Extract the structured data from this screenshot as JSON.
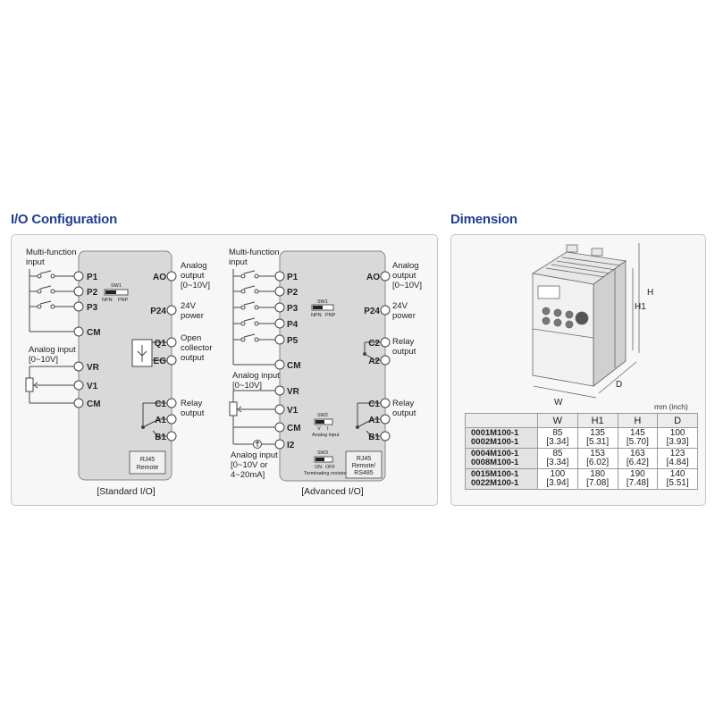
{
  "io_section": {
    "title": "I/O Configuration",
    "multi_function_input": [
      "Multi-function",
      "input"
    ],
    "standard": {
      "caption": "[Standard I/O]",
      "left_terminals": [
        "P1",
        "P2",
        "P3",
        "CM",
        "VR",
        "V1",
        "CM"
      ],
      "right_terminals": [
        "AO",
        "P24",
        "Q1",
        "EG",
        "C1",
        "A1",
        "B1"
      ],
      "analog_input_label": [
        "Analog input",
        "[0~10V]"
      ],
      "analog_output_label": [
        "Analog",
        "output",
        "[0~10V]"
      ],
      "power_label": [
        "24V",
        "power"
      ],
      "collector_label": [
        "Open",
        "collector",
        "output"
      ],
      "relay_label": [
        "Relay",
        "output"
      ],
      "sw1": {
        "name": "SW1",
        "left": "NPN",
        "right": "PNP"
      },
      "rj45": [
        "RJ45",
        "Remote"
      ]
    },
    "advanced": {
      "caption": "[Advanced I/O]",
      "left_terminals": [
        "P1",
        "P2",
        "P3",
        "P4",
        "P5",
        "CM",
        "VR",
        "V1",
        "CM",
        "I2"
      ],
      "right_terminals": [
        "AO",
        "P24",
        "C2",
        "A2",
        "C1",
        "A1",
        "B1"
      ],
      "analog_input_label": [
        "Analog input",
        "[0~10V]"
      ],
      "analog_input2_label": [
        "Analog input",
        "[0~10V or",
        "4~20mA]"
      ],
      "analog_output_label": [
        "Analog",
        "output",
        "[0~10V]"
      ],
      "power_label": [
        "24V",
        "power"
      ],
      "relay2_label": [
        "Relay",
        "output"
      ],
      "relay_label": [
        "Relay",
        "output"
      ],
      "sw1": {
        "name": "SW1",
        "left": "NPN",
        "right": "PNP"
      },
      "sw2": {
        "name": "SW2",
        "left": "V",
        "right": "I",
        "caption": "Analog input"
      },
      "sw3": {
        "name": "SW3",
        "left": "ON",
        "right": "OFF",
        "caption": "Terminating resistor"
      },
      "rj45": [
        "RJ45",
        "Remote/",
        "RS485"
      ]
    }
  },
  "dimension_section": {
    "title": "Dimension",
    "labels": {
      "H": "H",
      "H1": "H1",
      "W": "W",
      "D": "D"
    },
    "unit": "mm (inch)",
    "table": {
      "headers": [
        "",
        "W",
        "H1",
        "H",
        "D"
      ],
      "rows": [
        {
          "models": [
            "0001M100-1",
            "0002M100-1"
          ],
          "W": [
            "85",
            "[3.34]"
          ],
          "H1": [
            "135",
            "[5.31]"
          ],
          "H": [
            "145",
            "[5.70]"
          ],
          "D": [
            "100",
            "[3.93]"
          ]
        },
        {
          "models": [
            "0004M100-1",
            "0008M100-1"
          ],
          "W": [
            "85",
            "[3.34]"
          ],
          "H1": [
            "153",
            "[6.02]"
          ],
          "H": [
            "163",
            "[6.42]"
          ],
          "D": [
            "123",
            "[4.84]"
          ]
        },
        {
          "models": [
            "0015M100-1",
            "0022M100-1"
          ],
          "W": [
            "100",
            "[3.94]"
          ],
          "H1": [
            "180",
            "[7.08]"
          ],
          "H": [
            "190",
            "[7.48]"
          ],
          "D": [
            "140",
            "[5.51]"
          ]
        }
      ]
    }
  },
  "colors": {
    "title": "#1f3f8f",
    "block": "#d9d9d9",
    "panel": "#f7f7f7"
  }
}
